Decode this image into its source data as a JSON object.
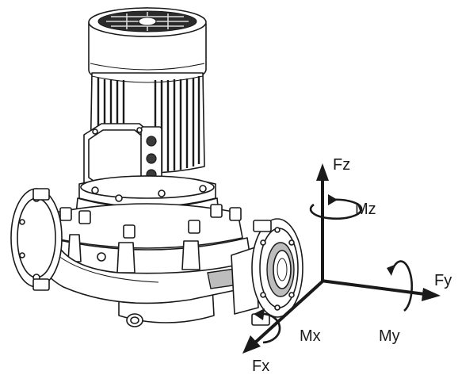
{
  "labels": {
    "fz": "Fz",
    "mz": "Mz",
    "fy": "Fy",
    "my": "My",
    "mx": "Mx",
    "fx": "Fx"
  },
  "colors": {
    "ink": "#1a1a1a",
    "background": "#ffffff",
    "shade": "#bdbdbd"
  }
}
